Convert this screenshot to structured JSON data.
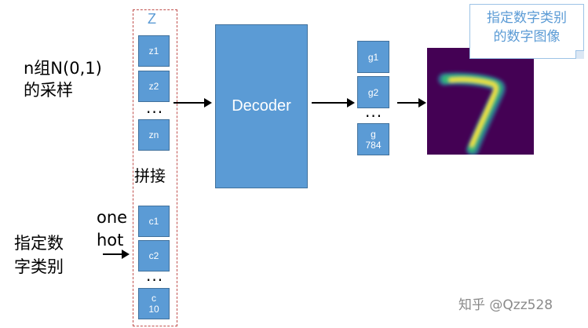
{
  "left_labels": {
    "sampling_line1": "n组N(0,1)",
    "sampling_line2": "的采样",
    "digit_line1": "指定数",
    "digit_line2": "字类别",
    "onehot_line1": "one",
    "onehot_line2": "hot"
  },
  "input_column": {
    "header": "Z",
    "z_items": [
      "z1",
      "z2",
      "zn"
    ],
    "concat_label": "拼接",
    "c_items": [
      "c1",
      "c2"
    ],
    "c_last_line1": "c",
    "c_last_line2": "10",
    "ellipsis": "···"
  },
  "decoder": {
    "label": "Decoder"
  },
  "output_column": {
    "g_items": [
      "g1",
      "g2"
    ],
    "g_last_line1": "g",
    "g_last_line2": "784",
    "ellipsis": "···"
  },
  "callout": {
    "line1": "指定数字类别",
    "line2": "的数字图像"
  },
  "watermark": "知乎 @Qzz528",
  "colors": {
    "box_fill": "#5b9bd5",
    "box_border": "#41719c",
    "dash_frame": "#c0504d",
    "image_bg": "#440154",
    "callout_text": "#5b9bd5"
  }
}
